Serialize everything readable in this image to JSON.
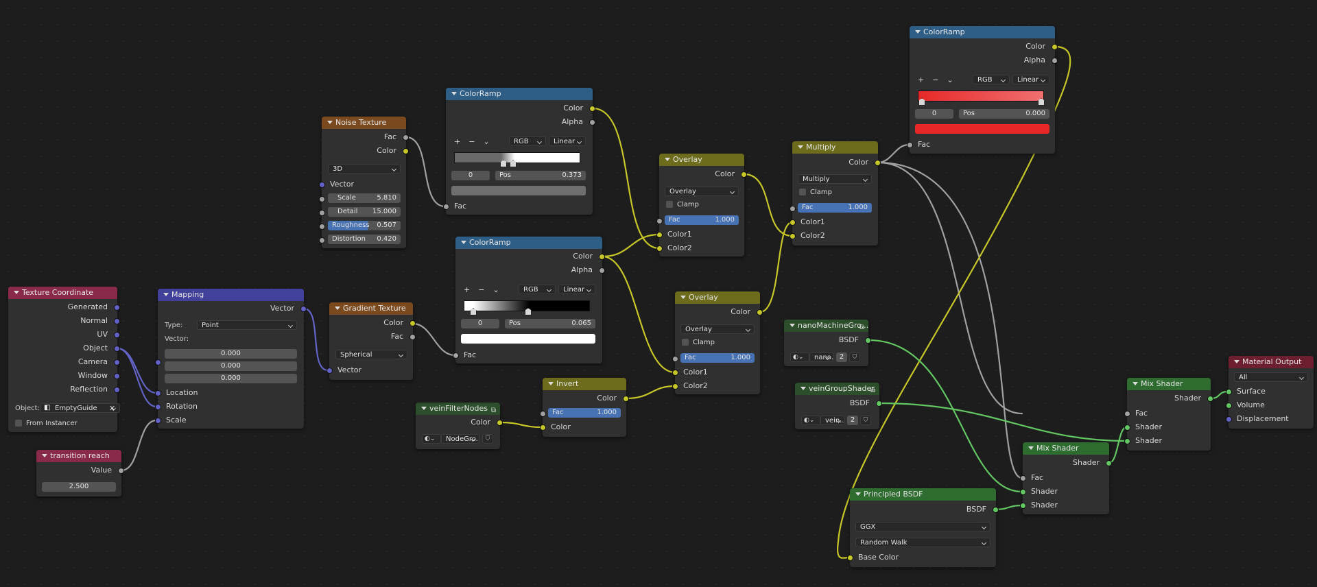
{
  "colors": {
    "socket_color": "#c7c729",
    "socket_float": "#a1a1a1",
    "socket_vector": "#6363c7",
    "socket_shader": "#63c763",
    "ramp4_color": "#e82828"
  },
  "texcoord": {
    "title": "Texture Coordinate",
    "outputs": [
      "Generated",
      "Normal",
      "UV",
      "Object",
      "Camera",
      "Window",
      "Reflection"
    ],
    "object_label": "Object:",
    "object_value": "EmptyGuide",
    "from_instancer": "From Instancer"
  },
  "transition": {
    "title": "transition reach",
    "out_value": "Value",
    "value": "2.500"
  },
  "mapping": {
    "title": "Mapping",
    "out_vector": "Vector",
    "type_label": "Type:",
    "type_value": "Point",
    "vector_label": "Vector:",
    "vec": [
      "0.000",
      "0.000",
      "0.000"
    ],
    "inputs": [
      "Location",
      "Rotation",
      "Scale"
    ]
  },
  "noise": {
    "title": "Noise Texture",
    "out_fac": "Fac",
    "out_color": "Color",
    "dim": "3D",
    "in_vector": "Vector",
    "fields": [
      {
        "label": "Scale",
        "value": "5.810"
      },
      {
        "label": "Detail",
        "value": "15.000"
      },
      {
        "label": "Roughness",
        "value": "0.507"
      },
      {
        "label": "Distortion",
        "value": "0.420"
      }
    ]
  },
  "gradient": {
    "title": "Gradient Texture",
    "out_color": "Color",
    "out_fac": "Fac",
    "type": "Spherical",
    "in_vector": "Vector"
  },
  "ramp1": {
    "title": "ColorRamp",
    "out_color": "Color",
    "out_alpha": "Alpha",
    "tools": [
      "+",
      "−",
      "⌄"
    ],
    "mode": "RGB",
    "interp": "Linear",
    "index": "0",
    "pos_label": "Pos",
    "pos": "0.373",
    "in_fac": "Fac"
  },
  "ramp2": {
    "title": "ColorRamp",
    "out_color": "Color",
    "out_alpha": "Alpha",
    "tools": [
      "+",
      "−",
      "⌄"
    ],
    "mode": "RGB",
    "interp": "Linear",
    "index": "0",
    "pos_label": "Pos",
    "pos": "0.065",
    "in_fac": "Fac"
  },
  "ramp4": {
    "title": "ColorRamp",
    "out_color": "Color",
    "out_alpha": "Alpha",
    "tools": [
      "+",
      "−",
      "⌄"
    ],
    "mode": "RGB",
    "interp": "Linear",
    "index": "0",
    "pos_label": "Pos",
    "pos": "0.000",
    "in_fac": "Fac"
  },
  "overlay1": {
    "title": "Overlay",
    "out_color": "Color",
    "mode": "Overlay",
    "clamp": "Clamp",
    "fac_label": "Fac",
    "fac": "1.000",
    "in_c1": "Color1",
    "in_c2": "Color2"
  },
  "overlay2": {
    "title": "Overlay",
    "out_color": "Color",
    "mode": "Overlay",
    "clamp": "Clamp",
    "fac_label": "Fac",
    "fac": "1.000",
    "in_c1": "Color1",
    "in_c2": "Color2"
  },
  "multiply": {
    "title": "Multiply",
    "out_color": "Color",
    "mode": "Multiply",
    "clamp": "Clamp",
    "fac_label": "Fac",
    "fac": "1.000",
    "in_c1": "Color1",
    "in_c2": "Color2"
  },
  "invert": {
    "title": "Invert",
    "out_color": "Color",
    "fac_label": "Fac",
    "fac": "1.000",
    "in_color": "Color"
  },
  "veinfilter": {
    "title": "veinFilterNodes",
    "out_color": "Color",
    "group_name": "NodeGro..."
  },
  "nano": {
    "title": "nanoMachineGro...",
    "out_bsdf": "BSDF",
    "group_name": "nano...",
    "users": "2"
  },
  "veingroup": {
    "title": "veinGroupShader",
    "out_bsdf": "BSDF",
    "group_name": "vein...",
    "users": "2"
  },
  "principled": {
    "title": "Principled BSDF",
    "out_bsdf": "BSDF",
    "distribution": "GGX",
    "subsurface": "Random Walk",
    "in_base": "Base Color"
  },
  "mix1": {
    "title": "Mix Shader",
    "out_shader": "Shader",
    "in_fac": "Fac",
    "in_s1": "Shader",
    "in_s2": "Shader"
  },
  "mix2": {
    "title": "Mix Shader",
    "out_shader": "Shader",
    "in_fac": "Fac",
    "in_s1": "Shader",
    "in_s2": "Shader"
  },
  "matout": {
    "title": "Material Output",
    "target": "All",
    "inputs": [
      "Surface",
      "Volume",
      "Displacement"
    ]
  }
}
